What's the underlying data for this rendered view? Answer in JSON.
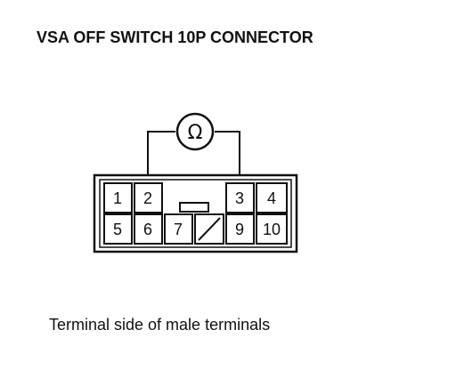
{
  "title": "VSA OFF SWITCH 10P CONNECTOR",
  "caption": "Terminal side of male terminals",
  "meter_symbol": "Ω",
  "terminals": {
    "t1": "1",
    "t2": "2",
    "t3": "3",
    "t4": "4",
    "t5": "5",
    "t6": "6",
    "t7": "7",
    "t9": "9",
    "t10": "10"
  },
  "measured_between": [
    "2",
    "3"
  ]
}
